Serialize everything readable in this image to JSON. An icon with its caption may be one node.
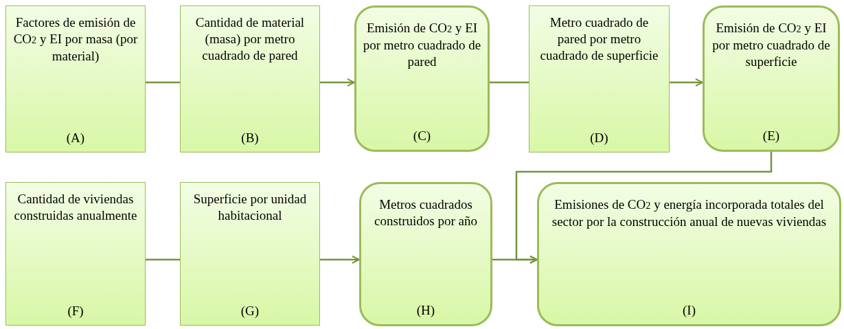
{
  "diagram": {
    "nodes": [
      {
        "text": [
          "Factores de emisión de CO$_{2}$ y EI por masa (por material)",
          "(A)"
        ]
      },
      {
        "text": [
          "Cantidad de material (masa) por metro cuadrado de pared",
          "(B)"
        ]
      },
      {
        "text": [
          "Emisión de CO$_{2}$ y EI por metro cuadrado de pared",
          "(C)"
        ]
      },
      {
        "text": [
          "Metro cuadrado de pared por metro cuadrado de superficie",
          "(D)"
        ]
      },
      {
        "text": [
          "Emisión de CO$_{2}$ y EI por metro cuadrado de superficie",
          "(E)"
        ]
      },
      {
        "text": [
          "Cantidad de viviendas construidas anualmente",
          "(F)"
        ]
      },
      {
        "text": [
          "Superficie por unidad habitacional",
          "(G)"
        ]
      },
      {
        "text": [
          "Metros cuadrados construidos por año",
          "(H)"
        ]
      },
      {
        "text": [
          "Emisiones de CO$_{2}$ y energía incorporada totales del sector por la construcción anual de nuevas viviendas",
          "(I)"
        ]
      }
    ],
    "edges": [
      {
        "from": 0,
        "to": 1,
        "arrow": "none"
      },
      {
        "from": 1,
        "to": 2,
        "arrow": "to"
      },
      {
        "from": 2,
        "to": 3,
        "arrow": "none"
      },
      {
        "from": 3,
        "to": 4,
        "arrow": "to"
      },
      {
        "from": 5,
        "to": 6,
        "arrow": "none"
      },
      {
        "from": 6,
        "to": 7,
        "arrow": "to"
      },
      {
        "from": 7,
        "to": 8,
        "arrow": "to"
      },
      {
        "from": 4,
        "to": 8,
        "arrow": "to"
      }
    ]
  }
}
